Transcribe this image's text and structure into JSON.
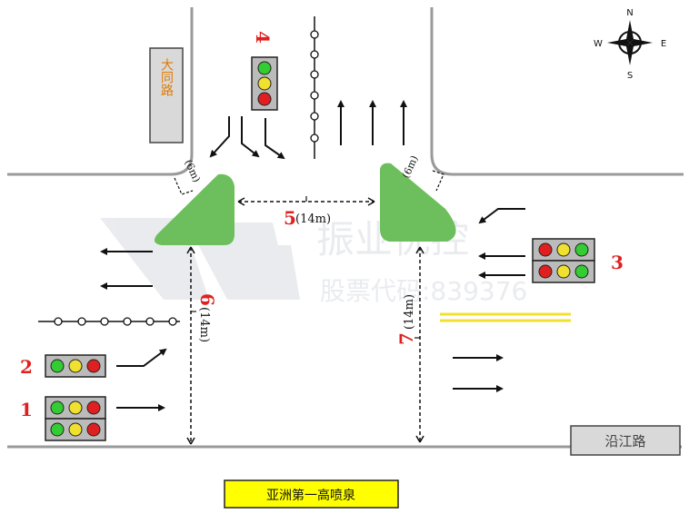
{
  "roads": {
    "west_road_name": "大同路",
    "south_road_name": "沿江路"
  },
  "landmark": {
    "label": "亚洲第一高喷泉"
  },
  "compass": {
    "n": "N",
    "s": "S",
    "e": "E",
    "w": "W"
  },
  "signals": {
    "s1": {
      "label": "1",
      "colors": [
        "#33cc33",
        "#f0e030",
        "#e02020"
      ]
    },
    "s2": {
      "label": "2",
      "colors": [
        "#33cc33",
        "#f0e030",
        "#e02020"
      ]
    },
    "s3": {
      "label": "3",
      "colors": [
        "#e02020",
        "#f0e030",
        "#33cc33"
      ]
    },
    "s4": {
      "label": "4",
      "colors": [
        "#33cc33",
        "#f0e030",
        "#e02020"
      ]
    }
  },
  "measurements": {
    "m5": {
      "num": "5",
      "text": "(14m)"
    },
    "m6": {
      "num": "6",
      "text": "(14m)"
    },
    "m7": {
      "num": "7",
      "text": "(14m)"
    },
    "corner_nw": "(6m)",
    "corner_ne": "(6m)"
  },
  "watermark": {
    "line1": "振业优控",
    "line2": "股票代码:839376"
  },
  "colors": {
    "island": "#6cbf5c",
    "road_edge": "#9a9a9a",
    "name_box": "#d9d9d9",
    "landmark_box": "#ffff00",
    "yellow_line": "#f2e030"
  }
}
